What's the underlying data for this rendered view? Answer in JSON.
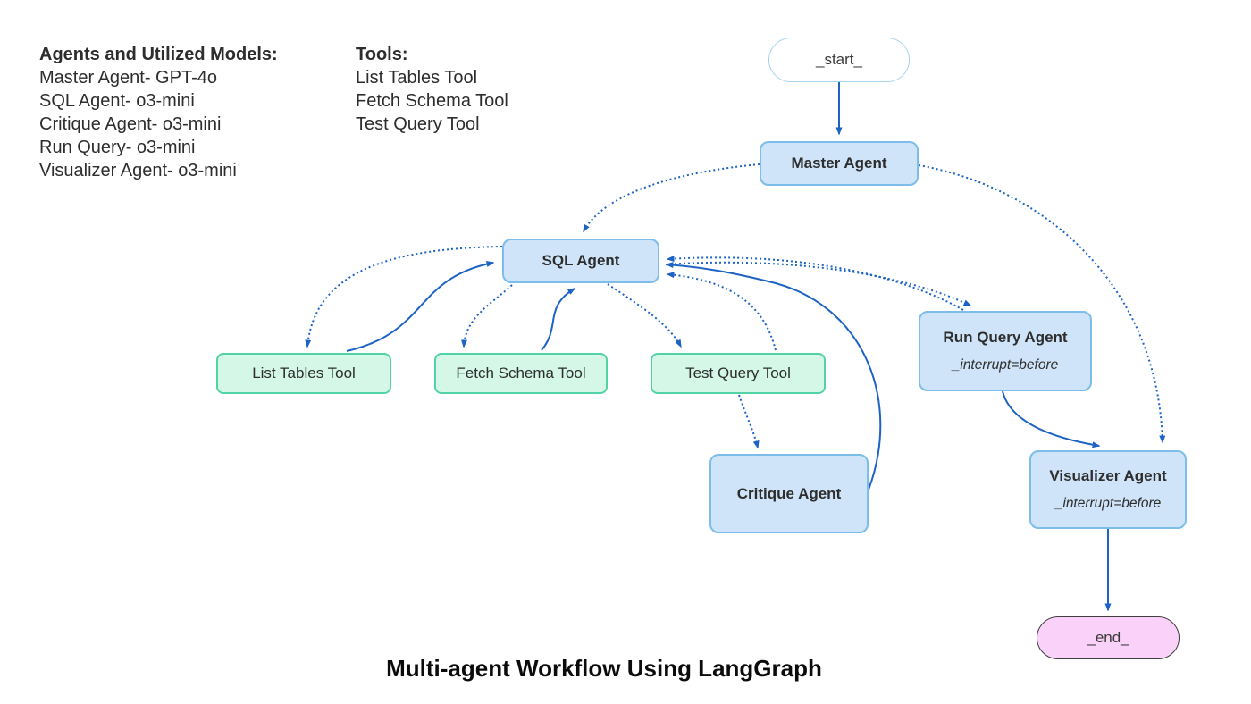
{
  "title": "Multi-agent Workflow Using LangGraph",
  "legend": {
    "agents_heading": "Agents and Utilized Models:",
    "agents": [
      "Master Agent- GPT-4o",
      "SQL Agent- o3-mini",
      "Critique Agent- o3-mini",
      "Run Query- o3-mini",
      "Visualizer Agent- o3-mini"
    ],
    "tools_heading": "Tools:",
    "tools": [
      "List Tables Tool",
      "Fetch Schema Tool",
      "Test Query Tool"
    ]
  },
  "nodes": {
    "start": {
      "label": "_start_"
    },
    "master": {
      "label": "Master Agent"
    },
    "sql": {
      "label": "SQL Agent"
    },
    "list_tables": {
      "label": "List Tables Tool"
    },
    "fetch_schema": {
      "label": "Fetch Schema Tool"
    },
    "test_query": {
      "label": "Test Query Tool"
    },
    "critique": {
      "label": "Critique Agent"
    },
    "run_query": {
      "label": "Run Query Agent",
      "sublabel": "_interrupt=before"
    },
    "visualizer": {
      "label": "Visualizer Agent",
      "sublabel": "_interrupt=before"
    },
    "end": {
      "label": "_end_"
    }
  },
  "edges": [
    {
      "from": "_start_",
      "to": "Master Agent",
      "style": "solid"
    },
    {
      "from": "Master Agent",
      "to": "SQL Agent",
      "style": "dotted"
    },
    {
      "from": "Master Agent",
      "to": "Visualizer Agent",
      "style": "dotted"
    },
    {
      "from": "SQL Agent",
      "to": "List Tables Tool",
      "style": "dotted"
    },
    {
      "from": "List Tables Tool",
      "to": "SQL Agent",
      "style": "solid"
    },
    {
      "from": "SQL Agent",
      "to": "Fetch Schema Tool",
      "style": "dotted"
    },
    {
      "from": "Fetch Schema Tool",
      "to": "SQL Agent",
      "style": "solid"
    },
    {
      "from": "SQL Agent",
      "to": "Test Query Tool",
      "style": "dotted"
    },
    {
      "from": "Test Query Tool",
      "to": "SQL Agent",
      "style": "dotted"
    },
    {
      "from": "Test Query Tool",
      "to": "Critique Agent",
      "style": "dotted"
    },
    {
      "from": "Critique Agent",
      "to": "SQL Agent",
      "style": "solid"
    },
    {
      "from": "SQL Agent",
      "to": "Run Query Agent",
      "style": "dotted"
    },
    {
      "from": "Run Query Agent",
      "to": "SQL Agent",
      "style": "dotted"
    },
    {
      "from": "Run Query Agent",
      "to": "Visualizer Agent",
      "style": "solid"
    },
    {
      "from": "Visualizer Agent",
      "to": "_end_",
      "style": "solid"
    }
  ],
  "colors": {
    "edge": "#1d63c4",
    "agent_fill": "#cfe4f8",
    "agent_border": "#7cbde9",
    "tool_fill": "#d4f7e8",
    "tool_border": "#52d3a5",
    "start_fill": "#ffffff",
    "start_border": "#a9d3ee",
    "end_fill": "#fad1f8",
    "end_border": "#3f3f3f",
    "text": "#2d2d2d"
  }
}
